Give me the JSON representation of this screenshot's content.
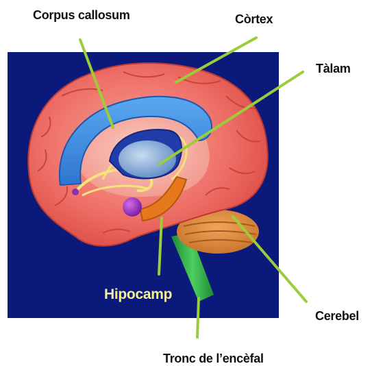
{
  "labels": {
    "corpus_callosum": "Corpus callosum",
    "cortex": "Còrtex",
    "talam": "Tàlam",
    "hipocamp": "Hipocamp",
    "cerebel": "Cerebel",
    "tronc": "Tronc de l’encèfal"
  },
  "colors": {
    "background_panel": "#0b1a7a",
    "brain": "#ec6a63",
    "corpus_callosum": "#3d8fe0",
    "talam": "#7ea9d8",
    "hipocamp": "#e5791c",
    "cerebel": "#d98a3c",
    "brainstem": "#2fa845",
    "leader_lines": "#9ccc3a",
    "label_text": "#111111",
    "hipocamp_text": "#f4f09a"
  }
}
